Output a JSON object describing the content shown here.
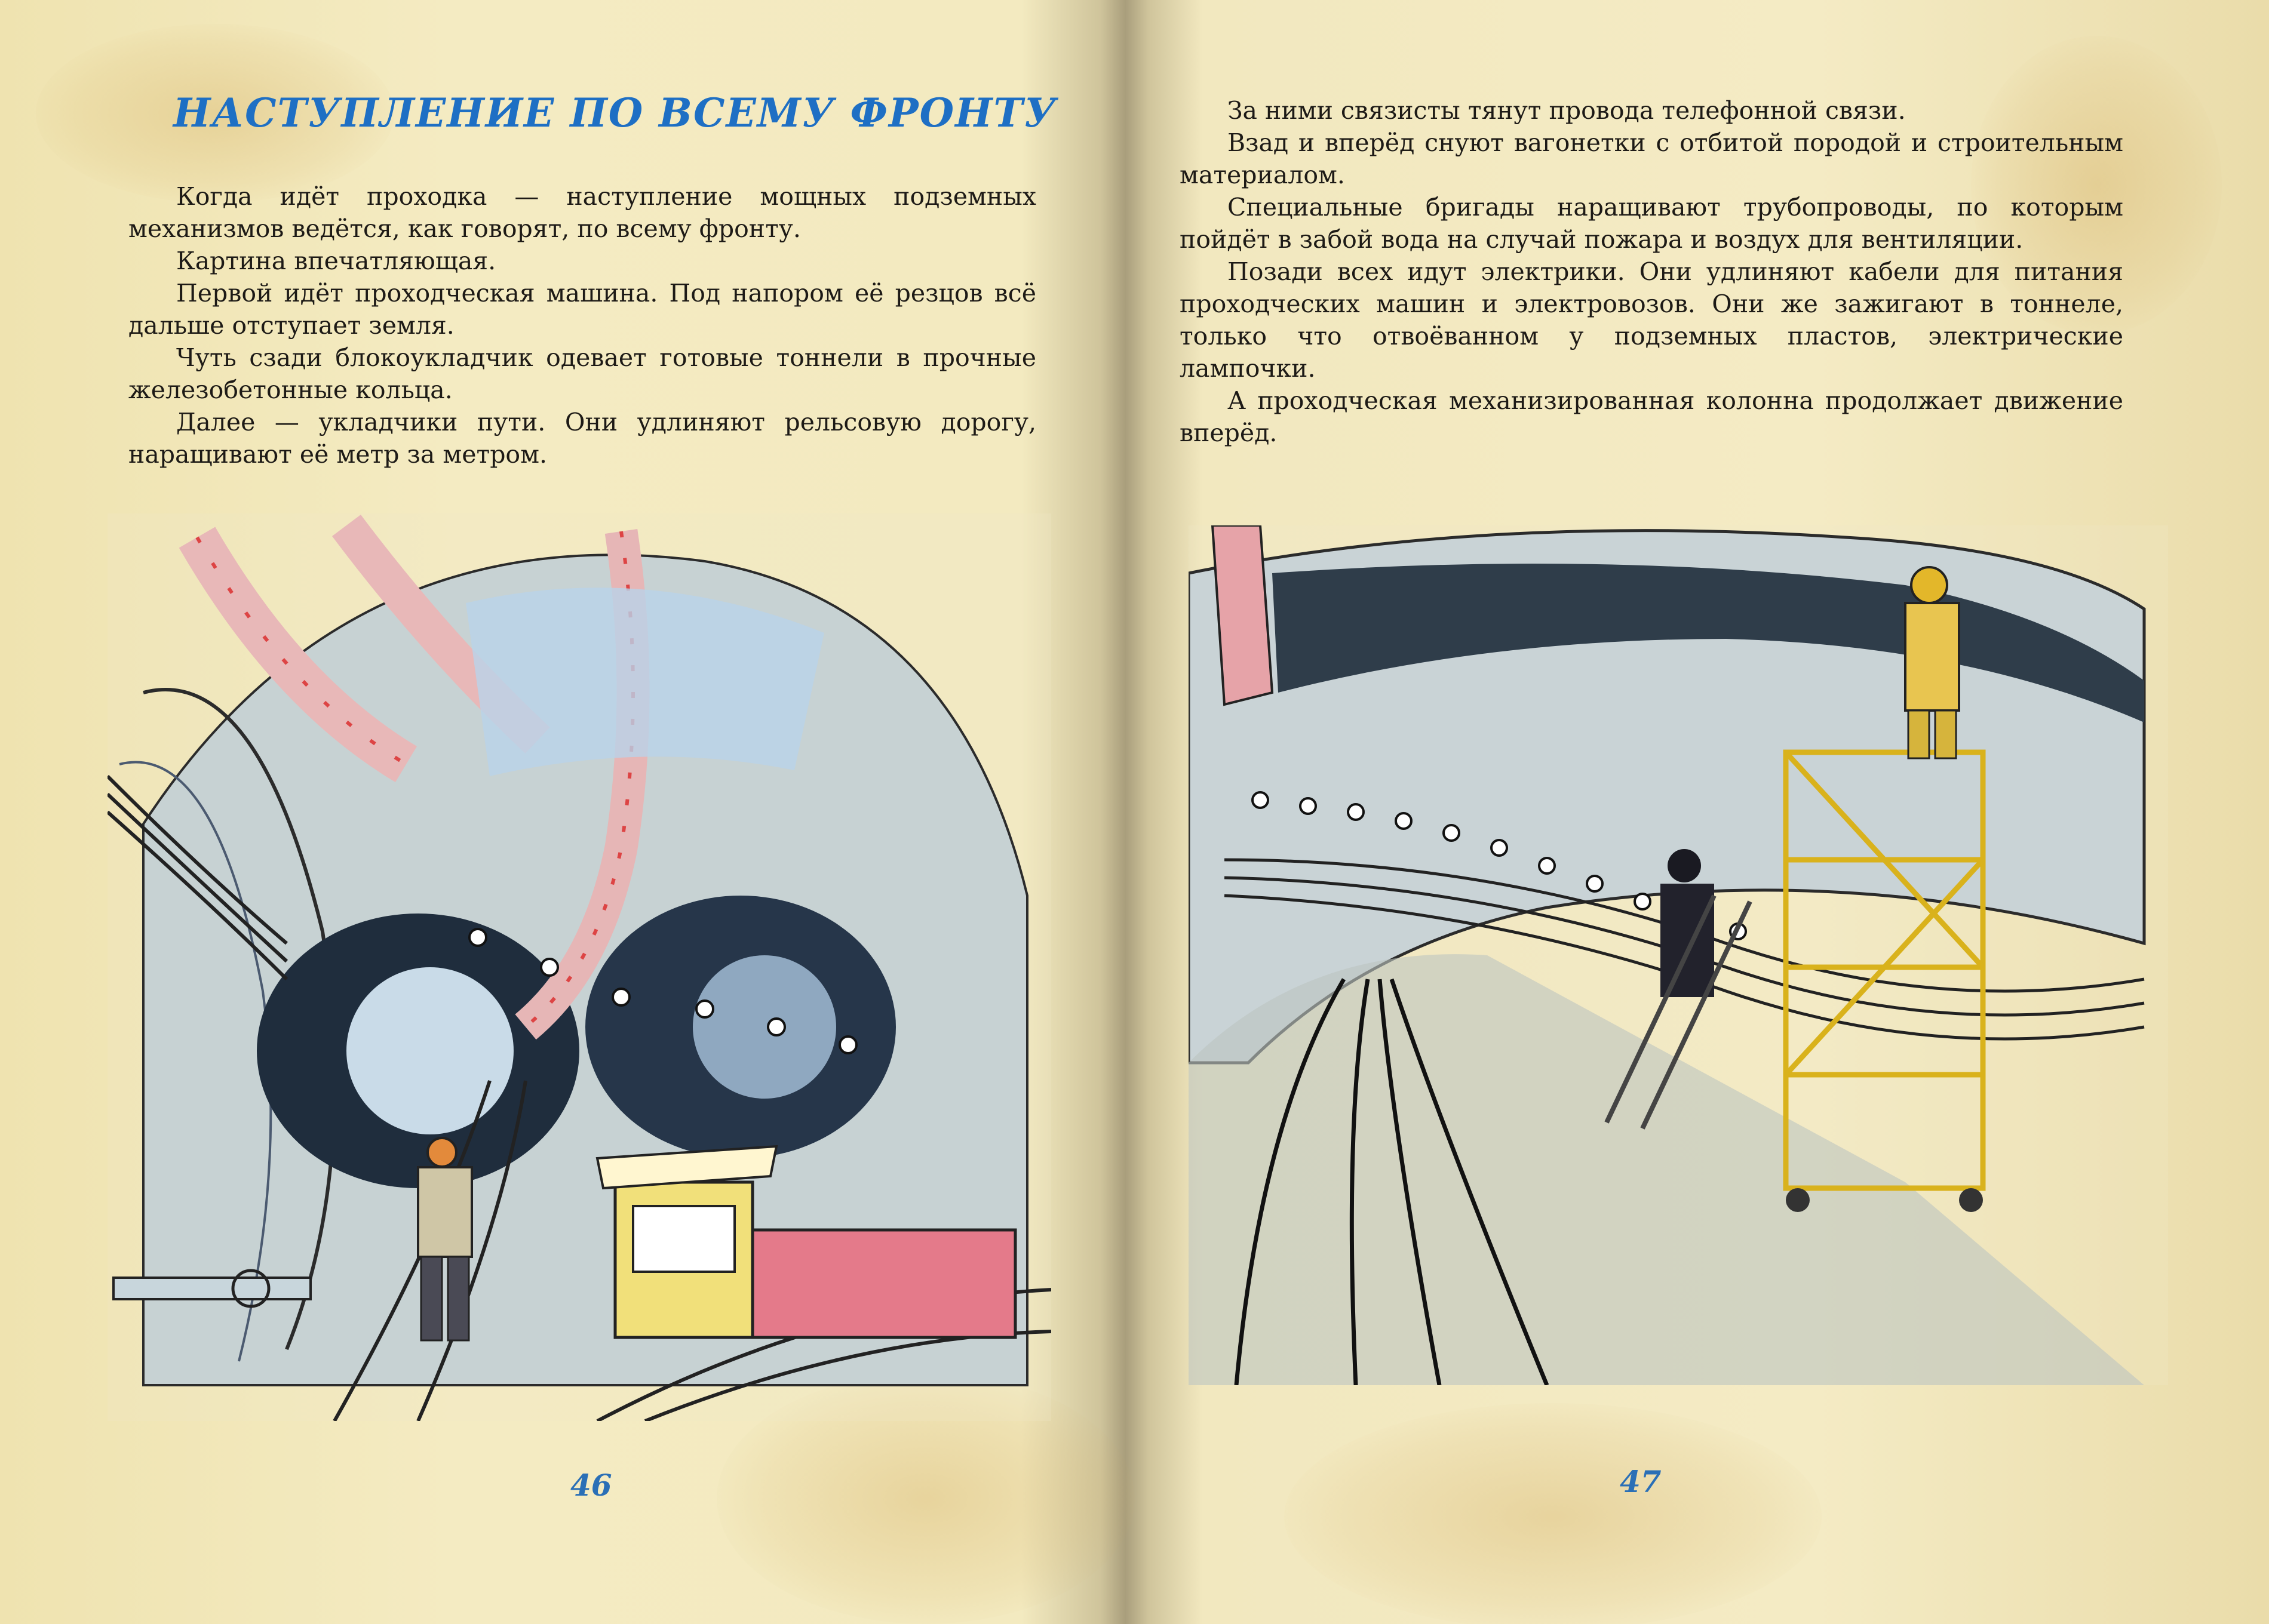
{
  "left_page": {
    "title": "НАСТУПЛЕНИЕ ПО ВСЕМУ ФРОНТУ",
    "paragraphs": [
      "Когда идёт проходка — наступление мощных подземных механизмов ведётся, как говорят, по всему фронту.",
      "Картина впечатляющая.",
      "Первой идёт проходческая машина. Под напором её резцов всё дальше отступает земля.",
      "Чуть сзади блокоукладчик одевает готовые тоннели в прочные железобетонные кольца.",
      "Далее — укладчики пути. Они удлиняют рельсовую дорогу, наращивают её метр за метром."
    ],
    "page_number": "46"
  },
  "right_page": {
    "paragraphs": [
      "За ними связисты тянут провода телефонной связи.",
      "Взад и вперёд снуют вагонетки с отбитой породой и строительным материалом.",
      "Специальные бригады наращивают трубопроводы, по которым пойдёт в забой вода на случай пожара и воздух для вентиляции.",
      "Позади всех идут электрики. Они удлиняют кабели для питания проходческих машин и электровозов. Они же зажигают в тоннеле, только что отвоёванном у подземных пластов, электрические лампочки.",
      "А проходческая механизированная колонна продолжает движение вперёд."
    ],
    "page_number": "47"
  },
  "colors": {
    "title": "#1e6fc4",
    "page_number": "#2a6fb6",
    "text": "#1d1a16",
    "paper": "#f4ebc2"
  }
}
